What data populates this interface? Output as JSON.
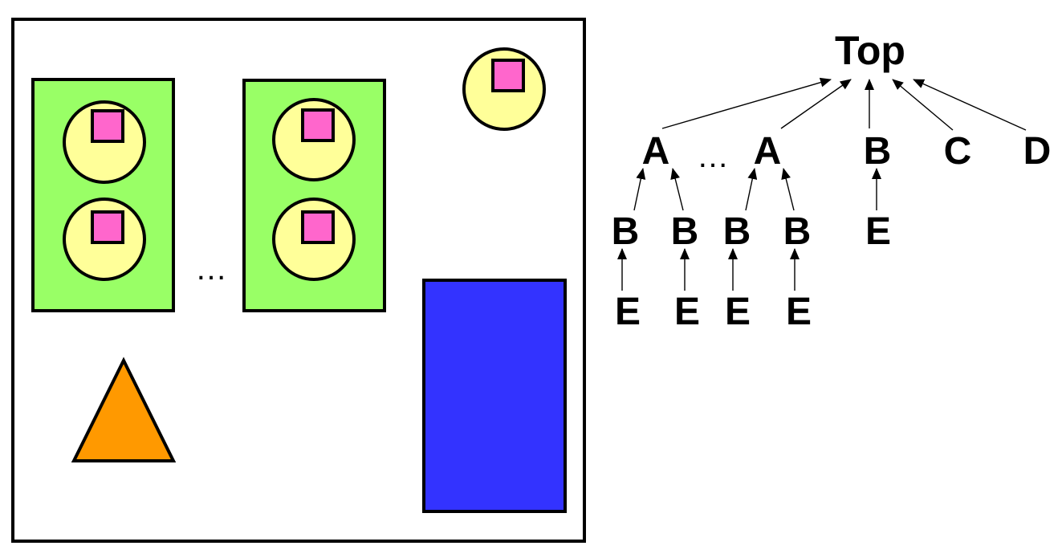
{
  "colors": {
    "frame": "#000000",
    "green_block": "#99ff66",
    "yellow_circle": "#ffff99",
    "pink_square": "#ff66cc",
    "orange_triangle": "#ff9900",
    "blue_rect": "#3333ff",
    "background": "#ffffff"
  },
  "composition": {
    "ellipsis": "…"
  },
  "tree": {
    "root": "Top",
    "level1": [
      "A",
      "A",
      "B",
      "C",
      "D"
    ],
    "level1_ellipsis": "…",
    "level2": [
      "B",
      "B",
      "B",
      "B",
      "E"
    ],
    "level3": [
      "E",
      "E",
      "E",
      "E"
    ]
  }
}
